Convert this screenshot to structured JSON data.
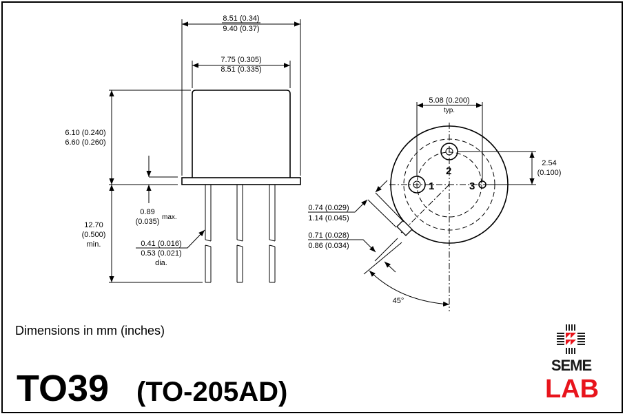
{
  "side_view": {
    "overall_width": [
      "8.51 (0.34)",
      "9.40 (0.37)"
    ],
    "can_width": [
      "7.75 (0.305)",
      "8.51 (0.335)"
    ],
    "can_height": [
      "6.10 (0.240)",
      "6.60 (0.260)"
    ],
    "lead_length": [
      "12.70",
      "(0.500)",
      "min."
    ],
    "flange": [
      "0.89",
      "(0.035)",
      "max."
    ],
    "lead_dia": [
      "0.41 (0.016)",
      "0.53 (0.021)",
      "dia."
    ]
  },
  "bottom_view": {
    "pin_spacing": [
      "5.08 (0.200)",
      "typ."
    ],
    "pin_offset": [
      "2.54",
      "(0.100)"
    ],
    "pins": [
      "1",
      "2",
      "3"
    ],
    "tab_width": [
      "0.74 (0.029)",
      "1.14 (0.045)"
    ],
    "tab_length": [
      "0.71 (0.028)",
      "0.86 (0.034)"
    ],
    "angle": "45°"
  },
  "footer": {
    "units_note": "Dimensions in mm (inches)",
    "package": "TO39",
    "package_alt": "(TO-205AD)",
    "logo": {
      "line1": "SEME",
      "line2": "LAB"
    }
  },
  "colors": {
    "logo_red": "#e8141c",
    "logo_dark": "#1a1a1a"
  }
}
